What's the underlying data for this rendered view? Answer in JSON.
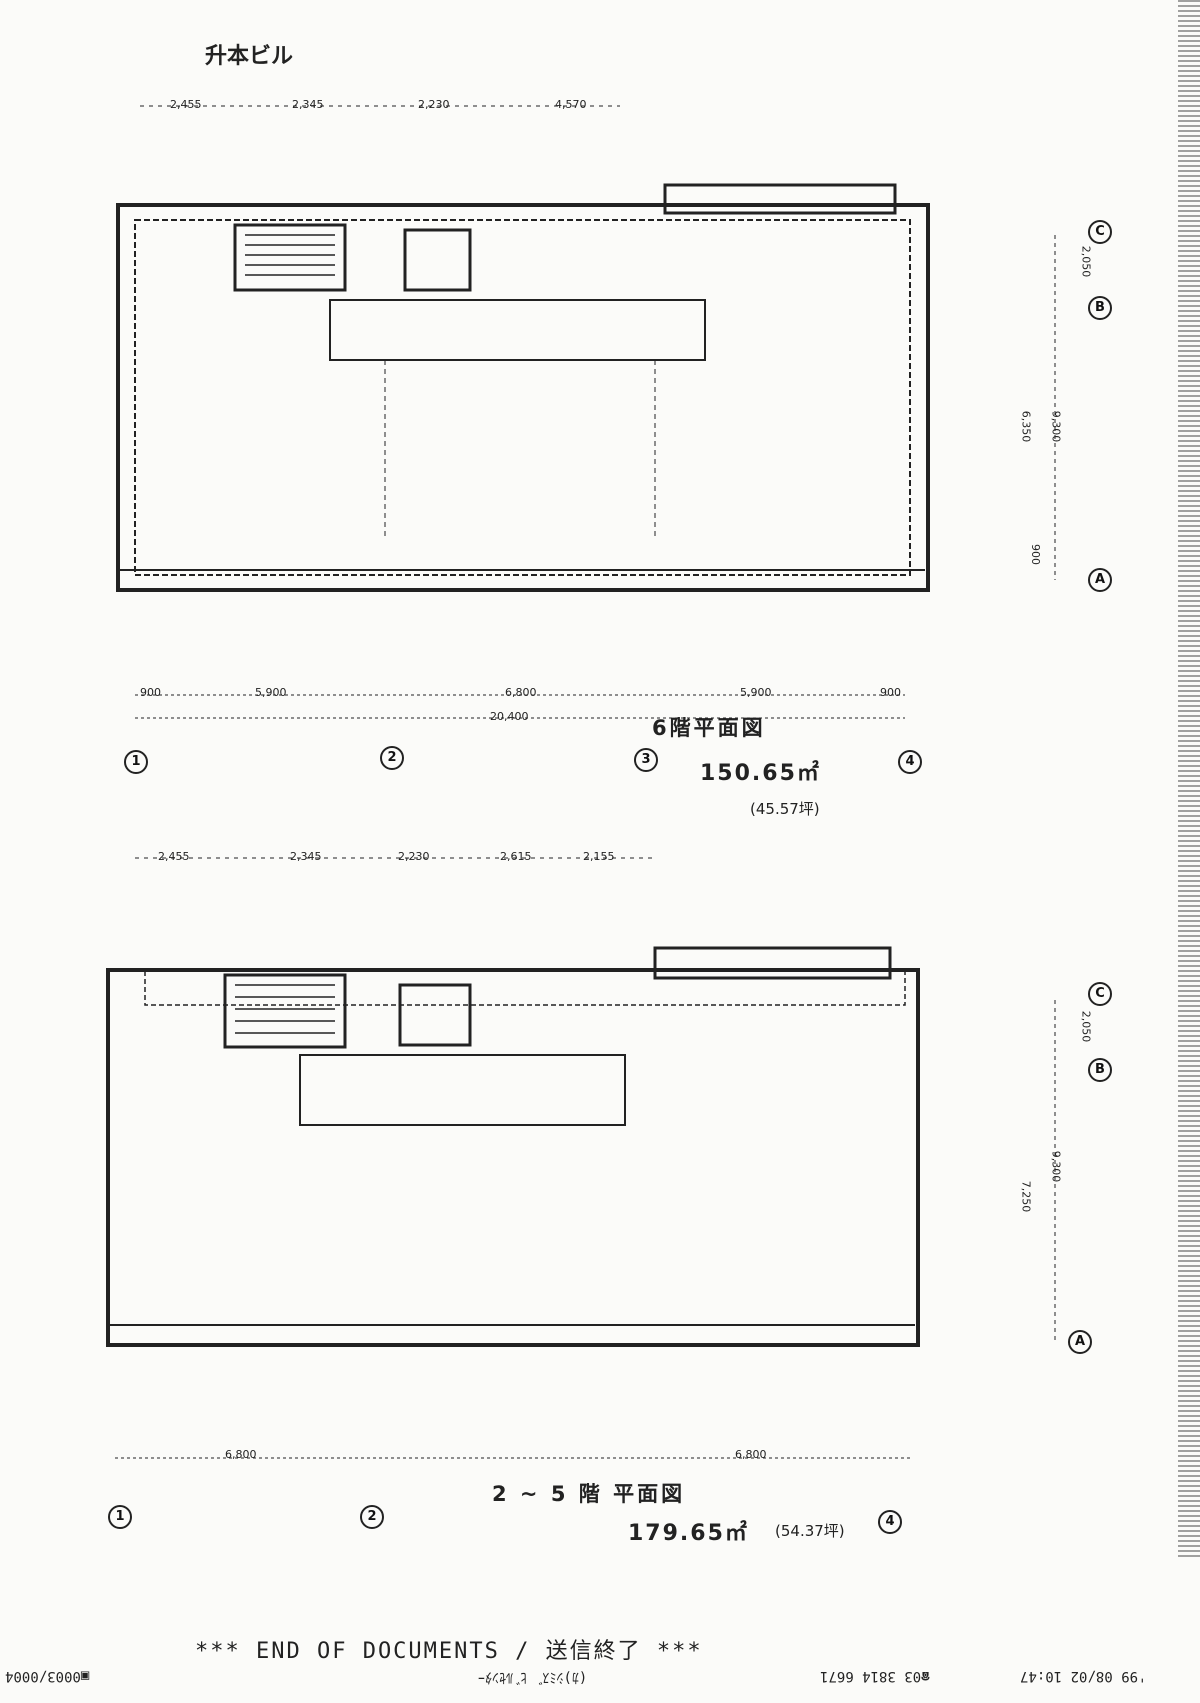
{
  "title": "升本ビル",
  "plan_6f": {
    "title": "6階平面図",
    "area": "150.65㎡",
    "tsubo": "(45.57坪)",
    "top_dims": [
      "2,455",
      "2,345",
      "2,230",
      "4,570"
    ],
    "bottom_dims": [
      "900",
      "5,900",
      "6,800",
      "5,900",
      "900"
    ],
    "total_dim": "20,400",
    "right_dims": [
      "2,050",
      "6,350",
      "9,300",
      "900"
    ],
    "col_labels": [
      "1",
      "2",
      "3",
      "4"
    ],
    "row_labels": [
      "C",
      "B",
      "A"
    ]
  },
  "plan_2_5f": {
    "title": "2 ~ 5 階 平面図",
    "area": "179.65㎡",
    "tsubo": "(54.37坪)",
    "top_dims": [
      "2,455",
      "2,345",
      "2,230",
      "2,615",
      "2,155"
    ],
    "bottom_dims": [
      "6,800",
      "6,800"
    ],
    "right_dims": [
      "2,050",
      "7,250",
      "9,300"
    ],
    "col_labels": [
      "1",
      "2",
      "4"
    ],
    "row_labels": [
      "C",
      "B",
      "A"
    ]
  },
  "footer": {
    "end_text": "***  END OF DOCUMENTS  /  送信終了  ***",
    "fax_date": "'99 08/02  10:47",
    "fax_number": "☎03 3814 6671",
    "fax_sender": "(ｶ)ｼﾐｽﾞ ﾋﾞﾙｾﾝﾀｰ",
    "fax_page": "▣0003/0004"
  }
}
